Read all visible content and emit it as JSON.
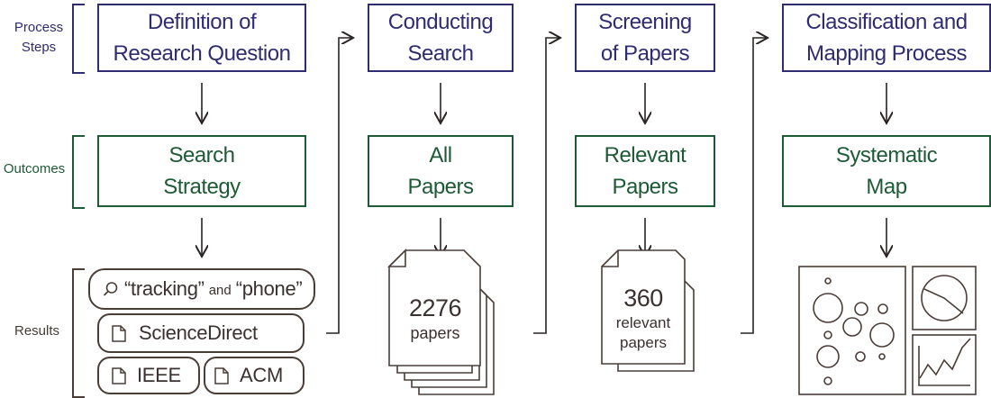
{
  "row_labels": {
    "process": [
      "Process",
      "Steps"
    ],
    "outcomes": "Outcomes",
    "results": "Results"
  },
  "steps": [
    [
      "Definition of",
      "Research Question"
    ],
    [
      "Conducting",
      "Search"
    ],
    [
      "Screening",
      "of Papers"
    ],
    [
      "Classification and",
      "Mapping Process"
    ]
  ],
  "outcomes": [
    [
      "Search",
      "Strategy"
    ],
    [
      "All",
      "Papers"
    ],
    [
      "Relevant",
      "Papers"
    ],
    [
      "Systematic",
      "Map"
    ]
  ],
  "results": {
    "query": {
      "term1": "“tracking”",
      "conj": "and",
      "term2": "“phone”"
    },
    "sources": [
      "ScienceDirect",
      "IEEE",
      "ACM"
    ],
    "all_papers": {
      "count": "2276",
      "unit": "papers"
    },
    "relevant_papers": {
      "count": "360",
      "line2": "relevant",
      "line3": "papers"
    }
  },
  "colors": {
    "step": "#2f2c70",
    "outcome": "#1e5a36",
    "result": "#4a3d38"
  },
  "icons": [
    "search-icon",
    "document-icon",
    "document-stack-icon",
    "bubble-chart-icon",
    "pie-chart-icon",
    "line-chart-icon"
  ]
}
